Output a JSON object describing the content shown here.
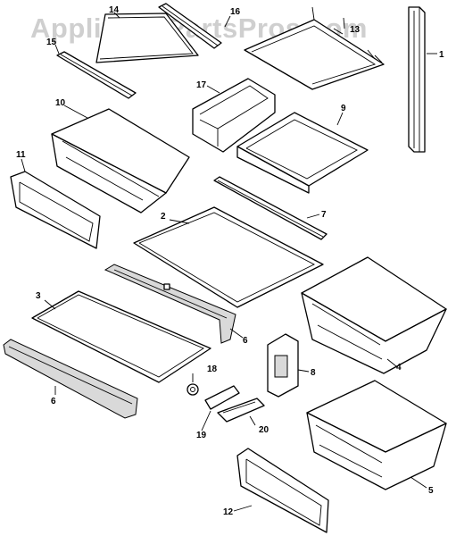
{
  "watermark": "AppliancePartsPros.com",
  "callouts": {
    "p1": "1",
    "p2": "2",
    "p3": "3",
    "p4": "4",
    "p5": "5",
    "p6a": "6",
    "p6b": "6",
    "p7": "7",
    "p8": "8",
    "p9": "9",
    "p10": "10",
    "p11": "11",
    "p12": "12",
    "p13": "13",
    "p14": "14",
    "p15": "15",
    "p16": "16",
    "p17": "17",
    "p18": "18",
    "p19": "19",
    "p20": "20"
  }
}
